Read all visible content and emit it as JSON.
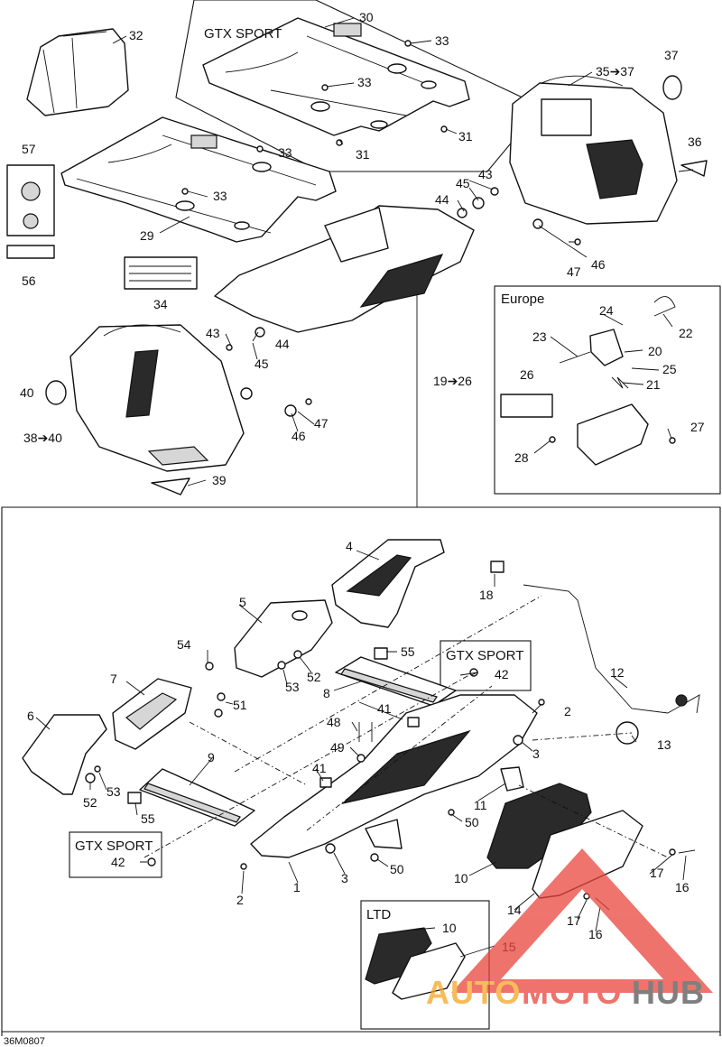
{
  "figure_ref": "36M0807",
  "boxes": {
    "gtx_sport_top": "GTX SPORT",
    "europe": "Europe",
    "gtx_sport_a": "GTX SPORT",
    "gtx_sport_b": "GTX SPORT",
    "ltd": "LTD"
  },
  "callouts": {
    "c30": "30",
    "c33a": "33",
    "c33b": "33",
    "c31a": "31",
    "c31b": "31",
    "c32": "32",
    "c57": "57",
    "c56": "56",
    "c33c": "33",
    "c33d": "33",
    "c29": "29",
    "c34": "34",
    "c35_37": "35➔37",
    "c37": "37",
    "c36": "36",
    "c43a": "43",
    "c45a": "45",
    "c44a": "44",
    "c47a": "47",
    "c46a": "46",
    "c43b": "43",
    "c44b": "44",
    "c45b": "45",
    "c40": "40",
    "c38_40": "38➔40",
    "c47b": "47",
    "c46b": "46",
    "c39": "39",
    "c24": "24",
    "c22": "22",
    "c23": "23",
    "c20": "20",
    "c25": "25",
    "c19_26": "19➔26",
    "c26": "26",
    "c21": "21",
    "c27": "27",
    "c28": "28",
    "c4": "4",
    "c18": "18",
    "c5": "5",
    "c54": "54",
    "c55a": "55",
    "c42a": "42",
    "c52a": "52",
    "c53a": "53",
    "c7": "7",
    "c8": "8",
    "c12": "12",
    "c6": "6",
    "c51": "51",
    "c41a": "41",
    "c48": "48",
    "c2a": "2",
    "c49": "49",
    "c3a": "3",
    "c13": "13",
    "c9": "9",
    "c52b": "52",
    "c53b": "53",
    "c41b": "41",
    "c11": "11",
    "c55b": "55",
    "c50a": "50",
    "c42b": "42",
    "c3b": "3",
    "c1": "1",
    "c50b": "50",
    "c10a": "10",
    "c17a": "17",
    "c2b": "2",
    "c14": "14",
    "c16a": "16",
    "c17b": "17",
    "c16b": "16",
    "c10b": "10",
    "c15": "15"
  },
  "watermark": {
    "part1": "AUTO",
    "part2": "MOTO",
    "part3": "HUB",
    "color_orange": "#f5a623",
    "color_red": "#e8453c",
    "color_grey": "#555555"
  }
}
